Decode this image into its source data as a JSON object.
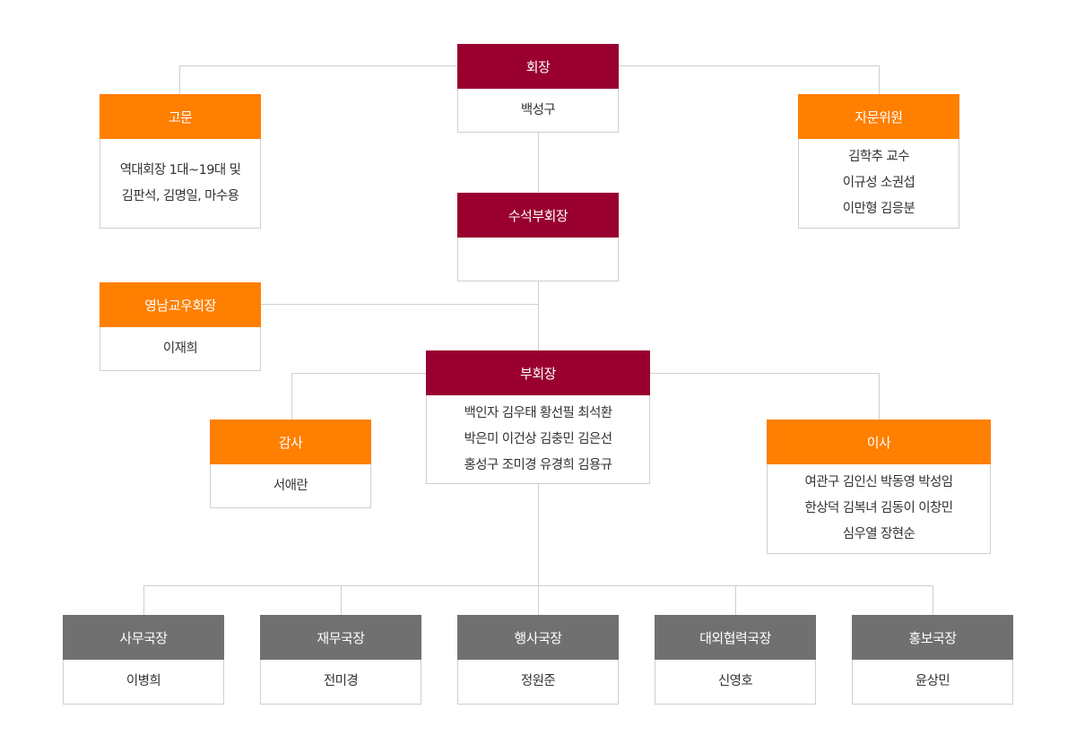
{
  "colors": {
    "primary": "#990030",
    "secondary": "#ff7f00",
    "tertiary": "#707070",
    "line": "#cfcfcf"
  },
  "chairman": {
    "title": "회장",
    "members": [
      "백성구"
    ]
  },
  "advisor": {
    "title": "고문",
    "members": [
      "역대회장 1대~19대 및",
      "김판석, 김명일, 마수용"
    ]
  },
  "advisory_committee": {
    "title": "자문위원",
    "members": [
      "김학추 교수",
      "이규성 소권섭",
      "이만형 김응분"
    ]
  },
  "senior_vice_chairman": {
    "title": "수석부회장",
    "members": []
  },
  "yeongnam_chairman": {
    "title": "영남교우회장",
    "members": [
      "이재희"
    ]
  },
  "vice_chairman": {
    "title": "부회장",
    "members": [
      "백인자 김우태 황선필 최석환",
      "박은미 이건상 김충민 김은선",
      "홍성구 조미경 유경희 김용규"
    ]
  },
  "auditor": {
    "title": "감사",
    "members": [
      "서애란"
    ]
  },
  "director": {
    "title": "이사",
    "members": [
      "여관구 김인신 박동영 박성임",
      "한상덕 김복녀 김동이 이창민",
      "심우열 장현순"
    ]
  },
  "office_secretary": {
    "title": "사무국장",
    "members": [
      "이병희"
    ]
  },
  "finance_secretary": {
    "title": "재무국장",
    "members": [
      "전미경"
    ]
  },
  "events_secretary": {
    "title": "행사국장",
    "members": [
      "정원준"
    ]
  },
  "external_secretary": {
    "title": "대외협력국장",
    "members": [
      "신영호"
    ]
  },
  "pr_secretary": {
    "title": "홍보국장",
    "members": [
      "윤상민"
    ]
  }
}
